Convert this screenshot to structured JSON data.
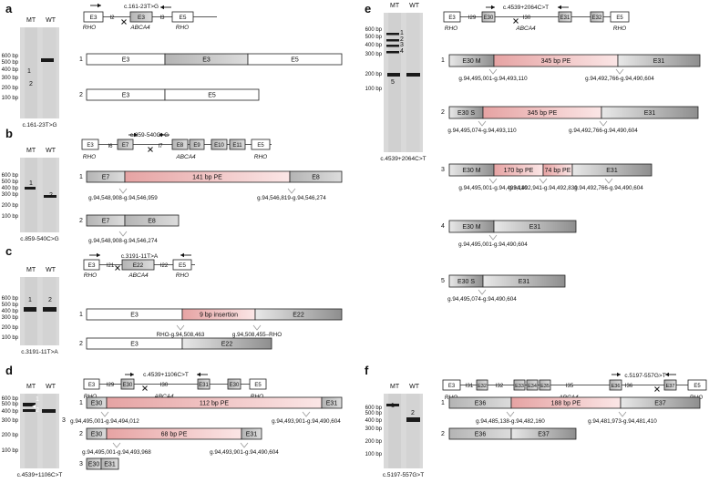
{
  "colors": {
    "grey_dark": "#8a8a8a",
    "grey_mid": "#b4b4b4",
    "grey_light": "#dcdcdc",
    "pe_dark": "#e6a3a3",
    "pe_light": "#fbe6e6",
    "gel_bg": "#d9d9d9",
    "band": "#1a1a1a",
    "arrow_mark": "#222222"
  },
  "gel": {
    "mt": "MT",
    "wt": "WT"
  },
  "ladder": [
    "600 bp",
    "500 bp",
    "400 bp",
    "300 bp",
    "200 bp",
    "100 bp"
  ],
  "ladder_e": [
    "600 bp",
    "500 bp",
    "400 bp",
    "300 bp",
    "200 bp",
    "100 bp"
  ],
  "panels": {
    "a": {
      "letter": "a",
      "gel_caption": "c.161-23T>G",
      "mutation": "c.161-23T>G",
      "lane_numbers": [
        "1",
        "2"
      ],
      "gene_exons": [
        "E3",
        "E3",
        "E5"
      ],
      "introns": [
        "I2",
        "I3"
      ],
      "rho": "RHO",
      "abca4": "ABCA4",
      "t1": {
        "num": "1",
        "labels": [
          "E3",
          "E3",
          "E5"
        ]
      },
      "t2": {
        "num": "2",
        "labels": [
          "E3",
          "E5"
        ]
      }
    },
    "b": {
      "letter": "b",
      "gel_caption": "c.859-540C>G",
      "mutation": "c.859-540C>G",
      "lane_numbers": [
        "1",
        "2"
      ],
      "gene_exons": [
        "E3",
        "E7",
        "E8",
        "E9",
        "E10",
        "E11",
        "E5"
      ],
      "introns": [
        "I6",
        "I7"
      ],
      "rho": "RHO",
      "abca4": "ABCA4",
      "t1": {
        "num": "1",
        "labels": [
          "E7",
          "141 bp PE",
          "E8"
        ],
        "coords": [
          "g.94,548,908-g.94,546,959",
          "g.94,546,819-g.94,546,274"
        ]
      },
      "t2": {
        "num": "2",
        "labels": [
          "E7",
          "E8"
        ],
        "coords": [
          "g.94,548,908-g.94,546,274"
        ]
      }
    },
    "c": {
      "letter": "c",
      "gel_caption": "c.3191-11T>A",
      "mutation": "c.3191-11T>A",
      "lane_numbers": [
        "1",
        "2"
      ],
      "gene_exons": [
        "E3",
        "E22",
        "E5"
      ],
      "introns": [
        "I21",
        "I22"
      ],
      "rho": "RHO",
      "abca4": "ABCA4",
      "t1": {
        "num": "1",
        "labels": [
          "E3",
          "9 bp insertion",
          "E22"
        ],
        "coords": [
          "RHO-g.94,508,463",
          "g.94,508,455–RHO"
        ]
      },
      "t2": {
        "num": "2",
        "labels": [
          "E3",
          "E22"
        ]
      }
    },
    "d": {
      "letter": "d",
      "gel_caption": "c.4539+1106C>T",
      "mutation": "c.4539+1106C>T",
      "lane_numbers": [
        "1",
        "2",
        "3"
      ],
      "gene_exons": [
        "E3",
        "E30",
        "E31",
        "E30",
        "E5"
      ],
      "introns": [
        "I29",
        "I30"
      ],
      "rho": "RHO",
      "abca4": "ABCA4",
      "t1": {
        "num": "1",
        "labels": [
          "E30",
          "112 bp PE",
          "E31"
        ],
        "coords": [
          "g.94,495,001-g.94,494,012",
          "g.94,493,901-g.94,490,604"
        ]
      },
      "t2": {
        "num": "2",
        "labels": [
          "E30",
          "68 bp PE",
          "E31"
        ],
        "coords": [
          "g.94,495,001-g.94,493,968",
          "g.94,493,901-g.94,490,604"
        ]
      },
      "t3": {
        "num": "3",
        "labels": [
          "E30",
          "E31"
        ]
      }
    },
    "e": {
      "letter": "e",
      "gel_caption": "c.4539+2064C>T",
      "mutation": "c.4539+2064C>T",
      "lane_numbers": [
        "1",
        "2",
        "3",
        "4",
        "5"
      ],
      "gene_exons": [
        "E3",
        "E30",
        "E31",
        "E32",
        "E5"
      ],
      "introns": [
        "I29",
        "I30"
      ],
      "rho": "RHO",
      "abca4": "ABCA4",
      "t1": {
        "num": "1",
        "labels": [
          "E30 M",
          "345 bp PE",
          "E31"
        ],
        "coords": [
          "g.94,495,001-g.94,493,110",
          "g.94,492,766-g.94,490,604"
        ]
      },
      "t2": {
        "num": "2",
        "labels": [
          "E30 S",
          "345 bp PE",
          "E31"
        ],
        "coords": [
          "g.94,495,074-g.94,493,110",
          "g.94,492,766-g.94,490,604"
        ]
      },
      "t3": {
        "num": "3",
        "labels": [
          "E30 M",
          "170 bp PE",
          "74 bp PE",
          "E31"
        ],
        "coords": [
          "g.94,495,001-g.94,493,110",
          "g.94,492,941-g.94,492,839",
          "g.94,492,766-g.94,490,604"
        ]
      },
      "t4": {
        "num": "4",
        "labels": [
          "E30 M",
          "E31"
        ],
        "coords": [
          "g.94,495,001-g.94,490,604"
        ]
      },
      "t5": {
        "num": "5",
        "labels": [
          "E30 S",
          "E31"
        ],
        "coords": [
          "g.94,495,074-g.94,490,604"
        ]
      }
    },
    "f": {
      "letter": "f",
      "gel_caption": "c.5197-557G>T",
      "mutation": "c.5197-557G>T",
      "lane_numbers": [
        "1",
        "2"
      ],
      "gene_exons": [
        "E3",
        "E32",
        "E33",
        "E34",
        "E35",
        "E36",
        "E37",
        "E5"
      ],
      "introns": [
        "I31",
        "I32",
        "I35",
        "I36"
      ],
      "rho": "RHO",
      "abca4": "ABCA4",
      "t1": {
        "num": "1",
        "labels": [
          "E36",
          "188 bp PE",
          "E37"
        ],
        "coords": [
          "g.94,485,138-g.94,482,160",
          "g.94,481,973-g.94,481,410"
        ]
      },
      "t2": {
        "num": "2",
        "labels": [
          "E36",
          "E37"
        ]
      }
    }
  }
}
